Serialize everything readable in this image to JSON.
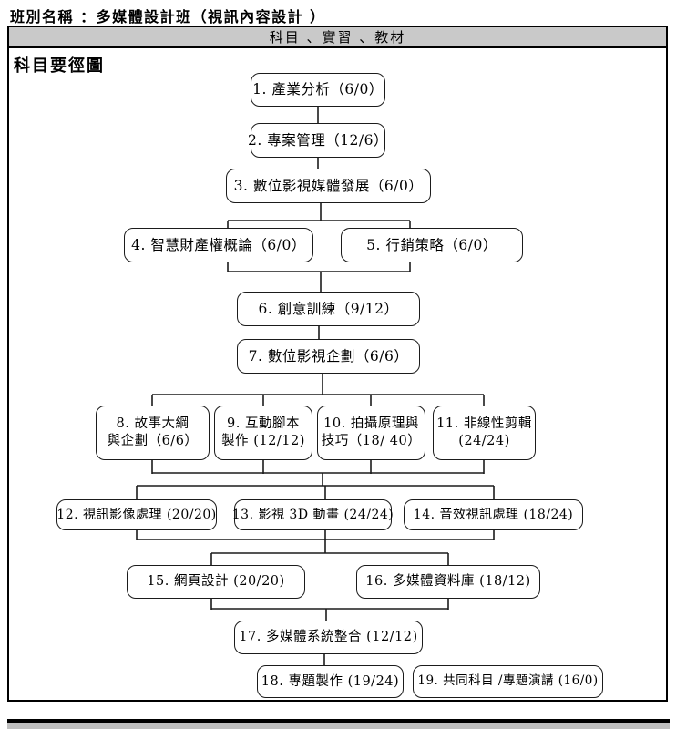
{
  "page": {
    "class_label": "班別名稱 ：多媒體設計班（視訊內容設計 ）",
    "section_header": "科目 、實習 、教材",
    "diagram_title": "科目要徑圖"
  },
  "nodes": {
    "n1": {
      "label": "1. 產業分析（6/0）"
    },
    "n2": {
      "label": "2. 專案管理（12/6）"
    },
    "n3": {
      "label": "3. 數位影視媒體發展（6/0）"
    },
    "n4": {
      "label": "4. 智慧財產權概論（6/0）"
    },
    "n5": {
      "label": "5. 行銷策略（6/0）"
    },
    "n6": {
      "label": "6. 創意訓練（9/12）"
    },
    "n7": {
      "label": "7.  數位影視企劃（6/6）"
    },
    "n8": {
      "line1": "8. 故事大綱",
      "line2": "與企劃（6/6）"
    },
    "n9": {
      "line1": "9. 互動腳本",
      "line2": "製作 (12/12)"
    },
    "n10": {
      "line1": "10. 拍攝原理與",
      "line2": "技巧（18/ 40）"
    },
    "n11": {
      "line1": "11. 非線性剪輯",
      "line2": "(24/24)"
    },
    "n12": {
      "label": "12. 視訊影像處理 (20/20)"
    },
    "n13": {
      "label": "13. 影視 3D 動畫 (24/24)"
    },
    "n14": {
      "label": "14. 音效視訊處理 (18/24)"
    },
    "n15": {
      "label": "15. 網頁設計 (20/20)"
    },
    "n16": {
      "label": "16. 多媒體資料庫 (18/12)"
    },
    "n17": {
      "label": "17. 多媒體系統整合 (12/12)"
    },
    "n18": {
      "label": "18. 專題製作 (19/24)"
    },
    "n19": {
      "label": "19. 共同科目 /專題演講 (16/0)"
    }
  },
  "edges": [
    {
      "from": [
        "1"
      ],
      "to": [
        "2"
      ]
    },
    {
      "from": [
        "2"
      ],
      "to": [
        "3"
      ]
    },
    {
      "from": [
        "3"
      ],
      "to": [
        "4",
        "5"
      ]
    },
    {
      "from": [
        "4",
        "5"
      ],
      "to": [
        "6"
      ]
    },
    {
      "from": [
        "6"
      ],
      "to": [
        "7"
      ]
    },
    {
      "from": [
        "7"
      ],
      "to": [
        "8",
        "9",
        "10",
        "11"
      ]
    },
    {
      "from": [
        "8",
        "9",
        "10",
        "11"
      ],
      "to": [
        "12",
        "13",
        "14"
      ]
    },
    {
      "from": [
        "12",
        "13",
        "14"
      ],
      "to": [
        "15",
        "16"
      ]
    },
    {
      "from": [
        "15",
        "16"
      ],
      "to": [
        "17"
      ]
    },
    {
      "from": [
        "17"
      ],
      "to": [
        "18"
      ]
    }
  ],
  "colors": {
    "band_gray": "#c9c9c9",
    "line_black": "#1b1b1b",
    "background": "#ffffff"
  }
}
